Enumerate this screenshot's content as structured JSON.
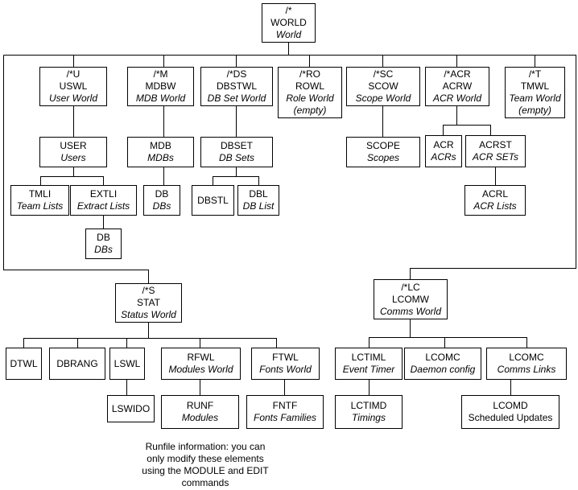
{
  "nodes": {
    "world": {
      "lines": [
        "/*",
        "WORLD",
        "World"
      ]
    },
    "uswl": {
      "lines": [
        "/*U",
        "USWL",
        "User World"
      ]
    },
    "mdbw": {
      "lines": [
        "/*M",
        "MDBW",
        "MDB World"
      ]
    },
    "dbstwl": {
      "lines": [
        "/*DS",
        "DBSTWL",
        "DB Set World"
      ]
    },
    "rowl": {
      "lines": [
        "/*RO",
        "ROWL",
        "Role World",
        "(empty)"
      ]
    },
    "scow": {
      "lines": [
        "/*SC",
        "SCOW",
        "Scope World"
      ]
    },
    "acrw": {
      "lines": [
        "/*ACR",
        "ACRW",
        "ACR World"
      ]
    },
    "tmwl": {
      "lines": [
        "/*T",
        "TMWL",
        "Team World",
        "(empty)"
      ]
    },
    "user": {
      "lines": [
        "USER",
        "Users"
      ]
    },
    "mdb": {
      "lines": [
        "MDB",
        "MDBs"
      ]
    },
    "dbset": {
      "lines": [
        "DBSET",
        "DB Sets"
      ]
    },
    "scope": {
      "lines": [
        "SCOPE",
        "Scopes"
      ]
    },
    "acr": {
      "lines": [
        "ACR",
        "ACRs"
      ]
    },
    "acrst": {
      "lines": [
        "ACRST",
        "ACR SETs"
      ]
    },
    "tmli": {
      "lines": [
        "TMLI",
        "Team Lists"
      ]
    },
    "extli": {
      "lines": [
        "EXTLI",
        "Extract Lists"
      ]
    },
    "db_mdb": {
      "lines": [
        "DB",
        "DBs"
      ]
    },
    "dbstl": {
      "lines": [
        "DBSTL"
      ]
    },
    "dbl": {
      "lines": [
        "DBL",
        "DB List"
      ]
    },
    "acrl": {
      "lines": [
        "ACRL",
        "ACR Lists"
      ]
    },
    "db_ext": {
      "lines": [
        "DB",
        "DBs"
      ]
    },
    "stat": {
      "lines": [
        "/*S",
        "STAT",
        "Status World"
      ]
    },
    "lcomw": {
      "lines": [
        "/*LC",
        "LCOMW",
        "Comms World"
      ]
    },
    "dtwl": {
      "lines": [
        "DTWL"
      ]
    },
    "dbrang": {
      "lines": [
        "DBRANG"
      ]
    },
    "lswl": {
      "lines": [
        "LSWL"
      ]
    },
    "rfwl": {
      "lines": [
        "RFWL",
        "Modules World"
      ]
    },
    "ftwl": {
      "lines": [
        "FTWL",
        "Fonts World"
      ]
    },
    "lctiml": {
      "lines": [
        "LCTIML",
        "Event Timer"
      ]
    },
    "lcomc1": {
      "lines": [
        "LCOMC",
        "Daemon config"
      ]
    },
    "lcomc2": {
      "lines": [
        "LCOMC",
        "Comms Links"
      ]
    },
    "lswido": {
      "lines": [
        "LSWIDO"
      ]
    },
    "runf": {
      "lines": [
        "RUNF",
        "Modules"
      ]
    },
    "fntf": {
      "lines": [
        "FNTF",
        "Fonts Families"
      ]
    },
    "lctimd": {
      "lines": [
        "LCTIMD",
        "Timings"
      ]
    },
    "lcomd": {
      "lines": [
        "LCOMD",
        "Scheduled Updates"
      ]
    }
  },
  "note": {
    "lines": [
      "Runfile information: you can",
      "only modify these elements",
      "using the MODULE and EDIT",
      "commands"
    ]
  }
}
